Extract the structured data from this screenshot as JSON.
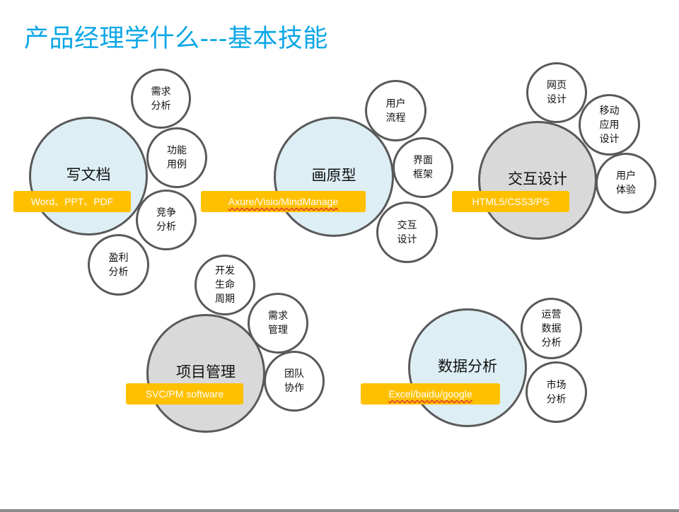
{
  "title": "产品经理学什么---基本技能",
  "colors": {
    "title": "#0aa6e6",
    "tag": "#ffc000",
    "light_circle": "#ddeef4",
    "gray_circle": "#d9d9d9",
    "outline": "#595959"
  },
  "groups": [
    {
      "label": "写文档",
      "tag": "Word、PPT、PDF",
      "items": [
        "需求\n分析",
        "功能\n用例",
        "竞争\n分析",
        "盈利\n分析"
      ]
    },
    {
      "label": "画原型",
      "tag": "Axure/Visio/MindManage",
      "items": [
        "用户\n流程",
        "界面\n框架",
        "交互\n设计"
      ]
    },
    {
      "label": "交互设计",
      "tag": "HTML5/CSS3/PS",
      "items": [
        "网页\n设计",
        "移动\n应用\n设计",
        "用户\n体验"
      ]
    },
    {
      "label": "项目管理",
      "tag": "SVC/PM software",
      "items": [
        "开发\n生命\n周期",
        "需求\n管理",
        "团队\n协作"
      ]
    },
    {
      "label": "数据分析",
      "tag": "Excel/baidu/google",
      "items": [
        "运营\n数据\n分析",
        "市场\n分析"
      ]
    }
  ]
}
